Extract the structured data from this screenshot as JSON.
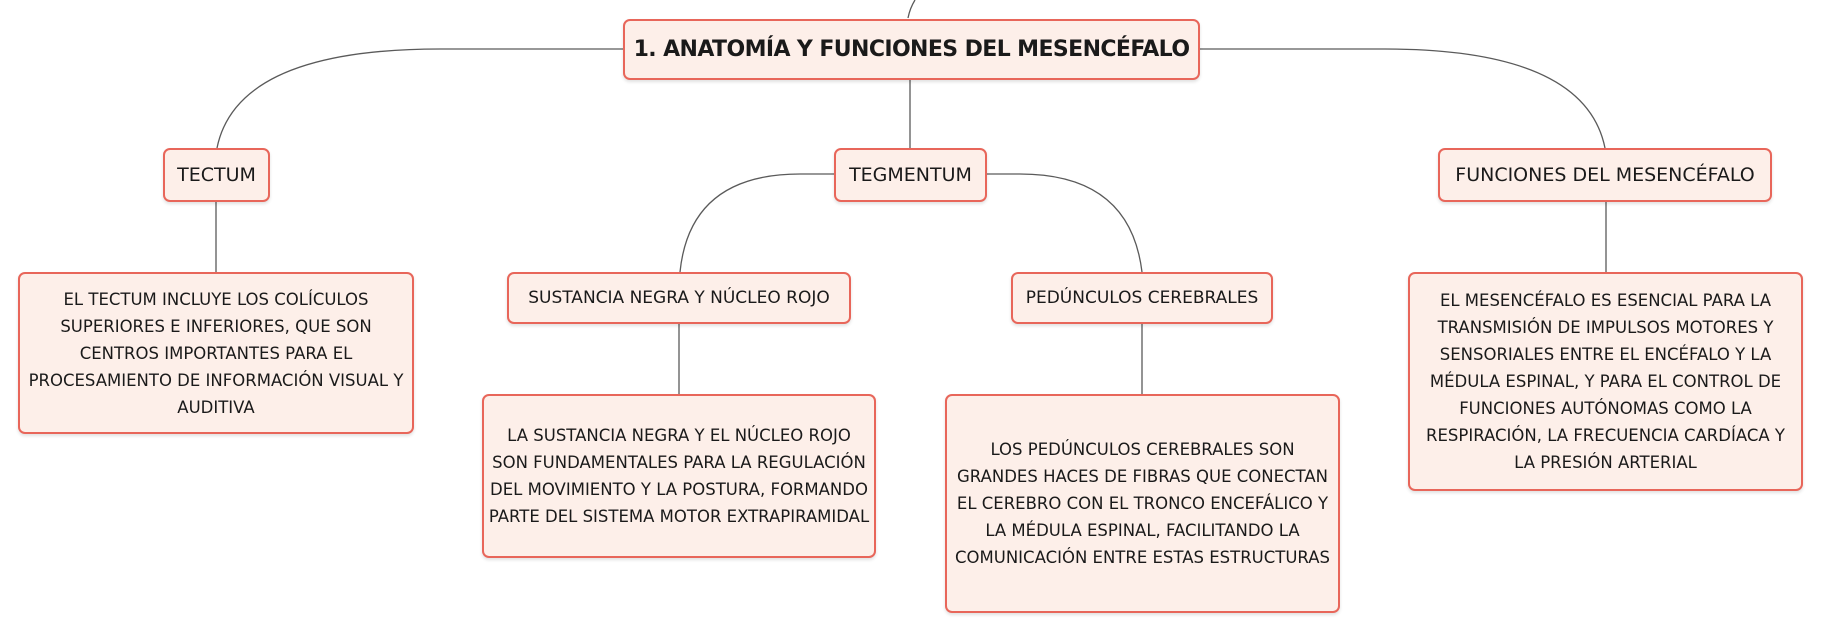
{
  "root": {
    "label": "1. ANATOMÍA Y FUNCIONES DEL MESENCÉFALO"
  },
  "tectum": {
    "label": "TECTUM",
    "detail": "EL TECTUM INCLUYE LOS COLÍCULOS SUPERIORES E INFERIORES, QUE SON CENTROS IMPORTANTES PARA EL PROCESAMIENTO DE INFORMACIÓN VISUAL Y AUDITIVA"
  },
  "tegmentum": {
    "label": "TEGMENTUM",
    "sustancia": {
      "label": "SUSTANCIA NEGRA Y NÚCLEO ROJO",
      "detail": "LA SUSTANCIA NEGRA Y EL NÚCLEO ROJO SON FUNDAMENTALES PARA LA REGULACIÓN DEL MOVIMIENTO Y LA POSTURA, FORMANDO PARTE DEL SISTEMA MOTOR EXTRAPIRAMIDAL"
    },
    "pedunculos": {
      "label": "PEDÚNCULOS CEREBRALES",
      "detail": "LOS PEDÚNCULOS CEREBRALES SON GRANDES HACES DE FIBRAS QUE CONECTAN EL CEREBRO CON EL TRONCO ENCEFÁLICO Y LA MÉDULA ESPINAL, FACILITANDO LA COMUNICACIÓN ENTRE ESTAS ESTRUCTURAS"
    }
  },
  "funciones": {
    "label": "FUNCIONES DEL MESENCÉFALO",
    "detail": "EL MESENCÉFALO ES ESENCIAL PARA LA TRANSMISIÓN DE IMPULSOS MOTORES Y SENSORIALES ENTRE EL ENCÉFALO Y LA MÉDULA ESPINAL, Y PARA EL CONTROL DE FUNCIONES AUTÓNOMAS COMO LA RESPIRACIÓN, LA FRECUENCIA CARDÍACA Y LA PRESIÓN ARTERIAL"
  },
  "colors": {
    "border": "#e8665a",
    "fill": "#fdefe9",
    "line": "#5a5a5a"
  }
}
